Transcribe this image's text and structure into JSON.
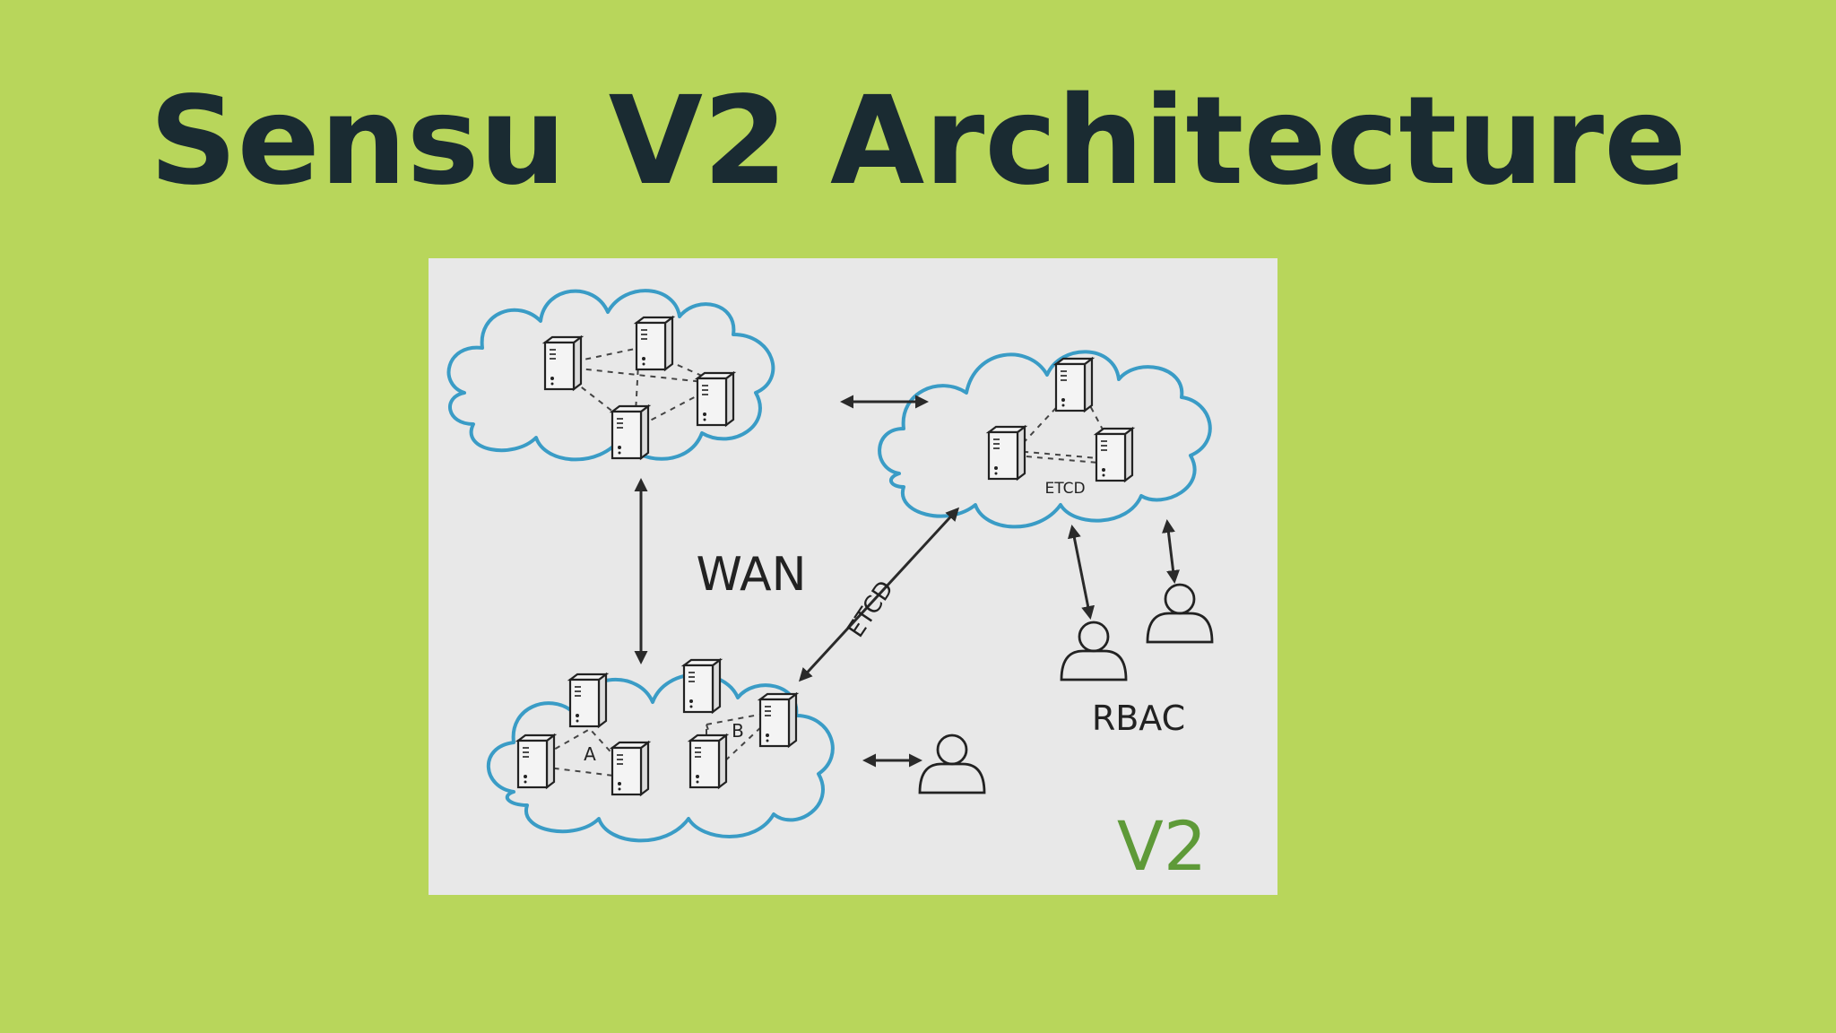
{
  "slide": {
    "title": "Sensu V2 Architecture"
  },
  "diagram": {
    "labels": {
      "wan": "WAN",
      "etcd_link": "ETCD",
      "etcd_cloud": "ETCD",
      "group_a": "A",
      "group_b": "B",
      "rbac": "RBAC",
      "version": "V2"
    }
  },
  "colors": {
    "background": "#b8d65b",
    "title": "#1a2b32",
    "cloud_outline": "#3a9cc6",
    "version_mark": "#5e9a38"
  }
}
